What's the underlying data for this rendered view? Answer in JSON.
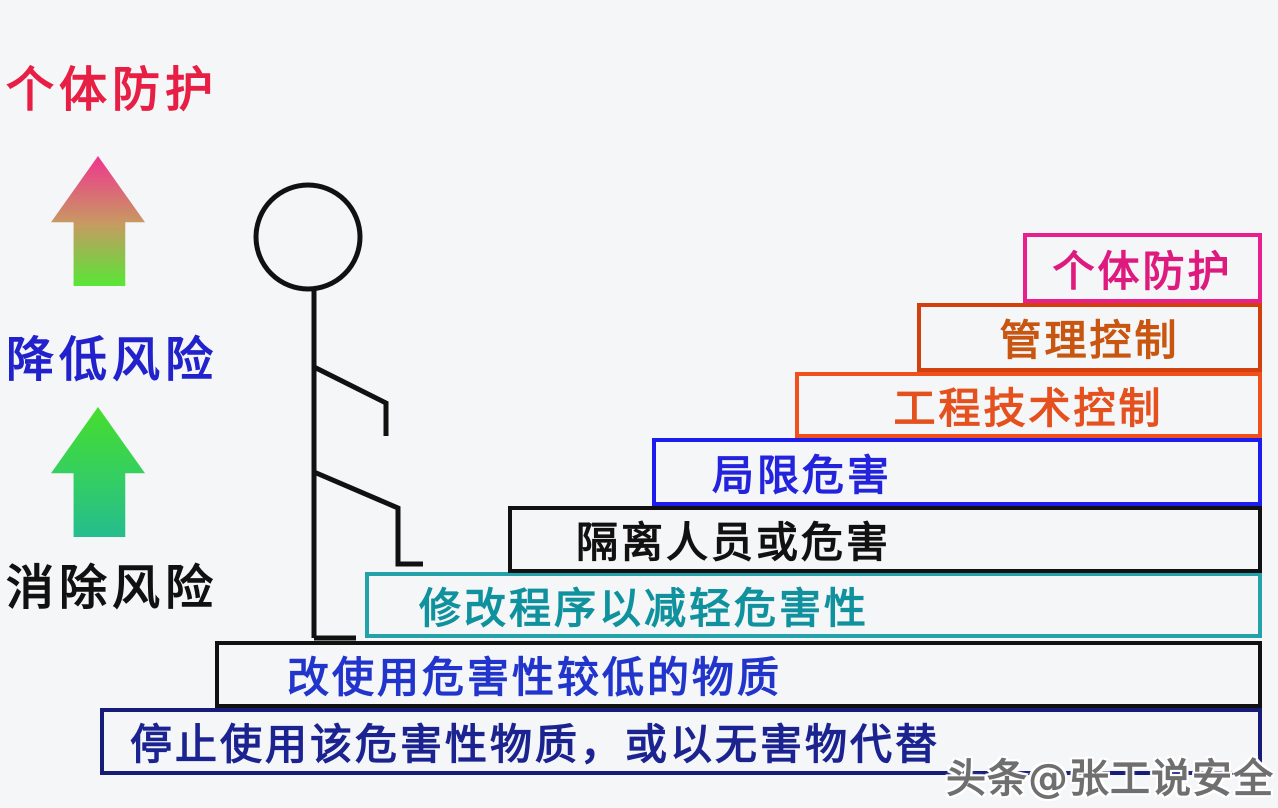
{
  "diagram": {
    "background": "#f5f6f8",
    "left_labels": {
      "top": {
        "text": "个体防护",
        "color": "#e81f44"
      },
      "middle": {
        "text": "降低风险",
        "color": "#2222cc"
      },
      "bottom": {
        "text": "消除风险",
        "color": "#111111"
      }
    },
    "arrows": {
      "upper": {
        "meaning": "toward personal protection",
        "top": "#f0348e",
        "mid": "#c79a62",
        "bottom": "#58e636"
      },
      "lower": {
        "meaning": "toward risk elimination",
        "top": "#46dd2c",
        "mid": "#35cf60",
        "bottom": "#25bd8d"
      }
    },
    "figure": {
      "icon": "stick-figure-climbing-stairs",
      "stroke": "#111111"
    },
    "steps": [
      {
        "label": "停止使用该危害性物质，或以无害物代替",
        "text_color": "#1b2390",
        "border_color": "#161c78"
      },
      {
        "label": "改使用危害性较低的物质",
        "text_color": "#2134cc",
        "border_color": "#111111"
      },
      {
        "label": "修改程序以减轻危害性",
        "text_color": "#10929e",
        "border_color": "#23a2aa"
      },
      {
        "label": "隔离人员或危害",
        "text_color": "#111111",
        "border_color": "#111111"
      },
      {
        "label": "局限危害",
        "text_color": "#2323dd",
        "border_color": "#1c1cf0"
      },
      {
        "label": "工程技术控制",
        "text_color": "#e5511e",
        "border_color": "#f0511c"
      },
      {
        "label": "管理控制",
        "text_color": "#c85510",
        "border_color": "#d43f0e"
      },
      {
        "label": "个体防护",
        "text_color": "#df1a7e",
        "border_color": "#e81f8c"
      }
    ],
    "watermark": {
      "text": "头条@张工说安全",
      "color": "#6f6f6f"
    }
  }
}
